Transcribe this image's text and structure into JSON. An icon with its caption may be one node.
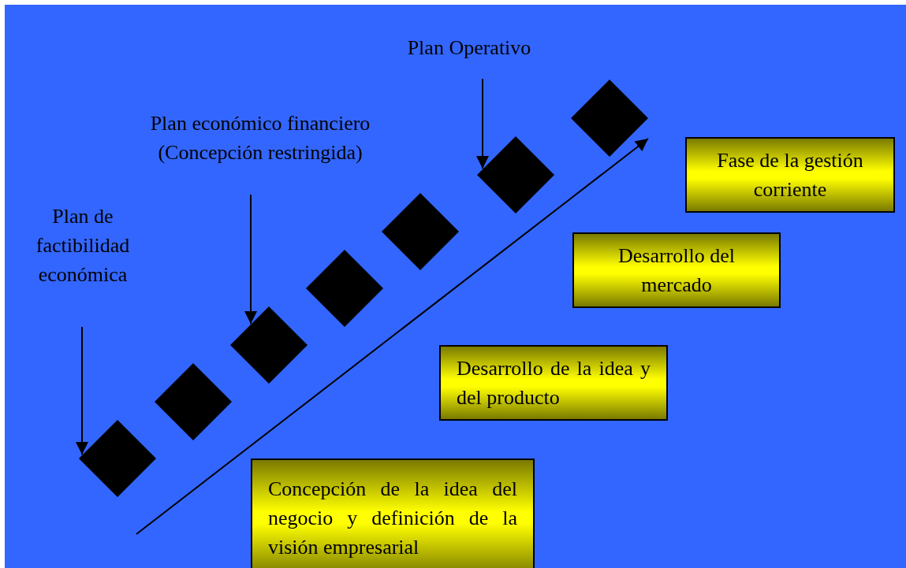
{
  "diagram": {
    "nodes": [
      {
        "text": [
          "Plan Operativo"
        ]
      },
      {
        "text": [
          "Plan económico financiero (Concepción restringida)"
        ]
      },
      {
        "text": [
          "Plan de factibilidad económica"
        ]
      },
      {
        "text": [],
        "shape": "diamond"
      },
      {
        "text": [],
        "shape": "diamond"
      },
      {
        "text": [],
        "shape": "diamond"
      },
      {
        "text": [],
        "shape": "diamond"
      },
      {
        "text": [],
        "shape": "diamond"
      },
      {
        "text": [],
        "shape": "diamond"
      },
      {
        "text": [],
        "shape": "diamond"
      },
      {
        "text": [
          "Fase de la gestión corriente"
        ]
      },
      {
        "text": [
          "Desarrollo del mercado"
        ]
      },
      {
        "text": [
          "Desarrollo de la idea y del producto"
        ]
      },
      {
        "text": [
          "Concepción de la idea del negocio y definición de la visión empresarial"
        ]
      }
    ],
    "edges": [
      {
        "from": 0,
        "to": 8,
        "arrow": "to"
      },
      {
        "from": 1,
        "to": 5,
        "arrow": "to"
      },
      {
        "from": 2,
        "to": 3,
        "arrow": "to"
      }
    ]
  }
}
